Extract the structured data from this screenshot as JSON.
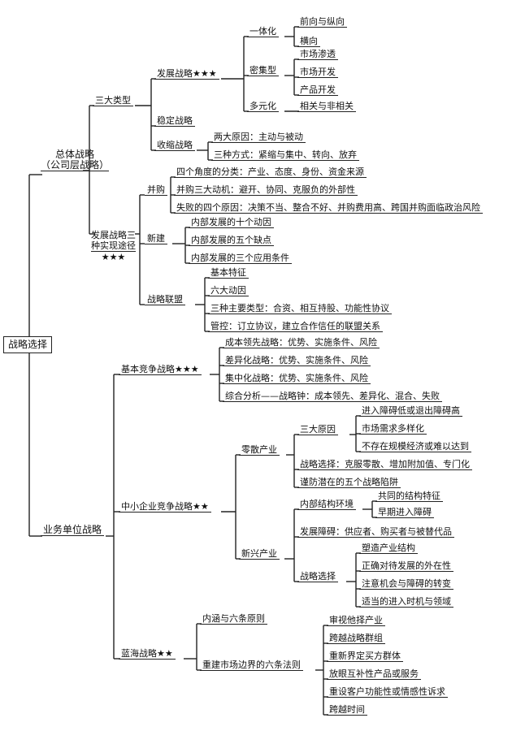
{
  "root": "战略选择",
  "corporate": {
    "label": "总体战略",
    "sub": "（公司层战略）",
    "basic_types": {
      "label": "三大类型",
      "growth": {
        "label": "发展战略★★★",
        "integration": {
          "label": "一体化",
          "items": [
            "前向与纵向",
            "横向"
          ]
        },
        "intensive": {
          "label": "密集型",
          "items": [
            "市场渗透",
            "市场开发",
            "产品开发"
          ]
        },
        "diversification": {
          "label": "多元化",
          "items": [
            "相关与非相关"
          ]
        }
      },
      "stable": "稳定战略",
      "retrench": {
        "label": "收缩战略",
        "items": [
          "两大原因：主动与被动",
          "三种方式：紧缩与集中、转向、放弃"
        ]
      }
    },
    "paths": {
      "label_line1": "发展战略三",
      "label_line2": "种实现途径",
      "stars": "★★★",
      "ma": {
        "label": "并购",
        "items": [
          "四个角度的分类：产业、态度、身份、资金来源",
          "并购三大动机：避开、协同、克服负的外部性",
          "失败的四个原因：决策不当、整合不好、并购费用高、跨国并购面临政治风险"
        ]
      },
      "new": {
        "label": "新建",
        "items": [
          "内部发展的十个动因",
          "内部发展的五个缺点",
          "内部发展的三个应用条件"
        ]
      },
      "alliance": {
        "label": "战略联盟",
        "items": [
          "基本特征",
          "六大动因",
          "三种主要类型：合资、相互持股、功能性协议",
          "管控：订立协议，建立合作信任的联盟关系"
        ]
      }
    }
  },
  "business": {
    "label": "业务单位战略",
    "basic": {
      "label": "基本竞争战略★★★",
      "items": [
        "成本领先战略：优势、实施条件、风险",
        "差异化战略：优势、实施条件、风险",
        "集中化战略：优势、实施条件、风险",
        "综合分析——战略钟：成本领先、差异化、混合、失败"
      ]
    },
    "sme": {
      "label": "中小企业竞争战略★★",
      "fragmented": {
        "label": "零散产业",
        "reasons": {
          "label": "三大原因",
          "items": [
            "进入障碍低或退出障碍高",
            "市场需求多样化",
            "不存在规模经济或难以达到"
          ]
        },
        "choice": "战略选择：克服零散、增加附加值、专门化",
        "traps": "谨防潜在的五个战略陷阱"
      },
      "emerging": {
        "label": "新兴产业",
        "structure": {
          "label": "内部结构环境",
          "items": [
            "共同的结构特征",
            "早期进入障碍"
          ]
        },
        "obstacles": "发展障碍：供应者、购买者与被替代品",
        "choice": {
          "label": "战略选择",
          "items": [
            "塑造产业结构",
            "正确对待发展的外在性",
            "注意机会与障碍的转变",
            "适当的进入时机与领域"
          ]
        }
      }
    },
    "blue": {
      "label": "蓝海战略★★",
      "connotation": "内涵与六条原则",
      "rebuild": {
        "label": "重建市场边界的六条法则",
        "items": [
          "审视他择产业",
          "跨越战略群组",
          "重新界定买方群体",
          "放眼互补性产品或服务",
          "重设客户功能性或情感性诉求",
          "跨越时间"
        ]
      }
    }
  }
}
